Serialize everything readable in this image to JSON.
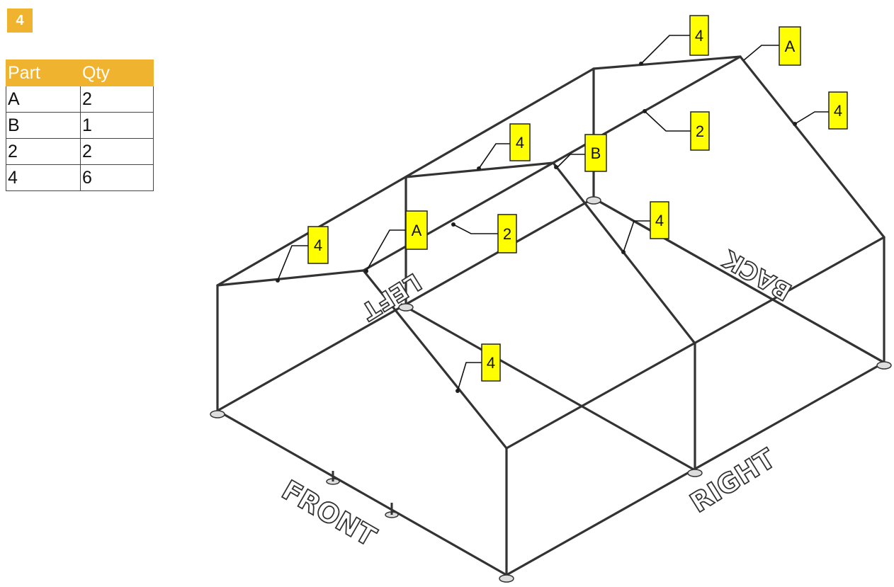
{
  "step": {
    "number": "4"
  },
  "table": {
    "headers": [
      "Part",
      "Qty"
    ],
    "rows": [
      [
        "A",
        "2"
      ],
      [
        "B",
        "1"
      ],
      [
        "2",
        "2"
      ],
      [
        "4",
        "6"
      ]
    ]
  },
  "callouts": [
    "4",
    "A",
    "4",
    "2",
    "4",
    "B",
    "4",
    "A",
    "2",
    "4",
    "4"
  ],
  "side_labels": {
    "front": "FRONT",
    "right": "RIGHT",
    "left": "LEFT",
    "back": "BACK"
  },
  "colors": {
    "accent": "#f0b330",
    "callout_fill": "#ffff00",
    "frame": "#333333"
  }
}
